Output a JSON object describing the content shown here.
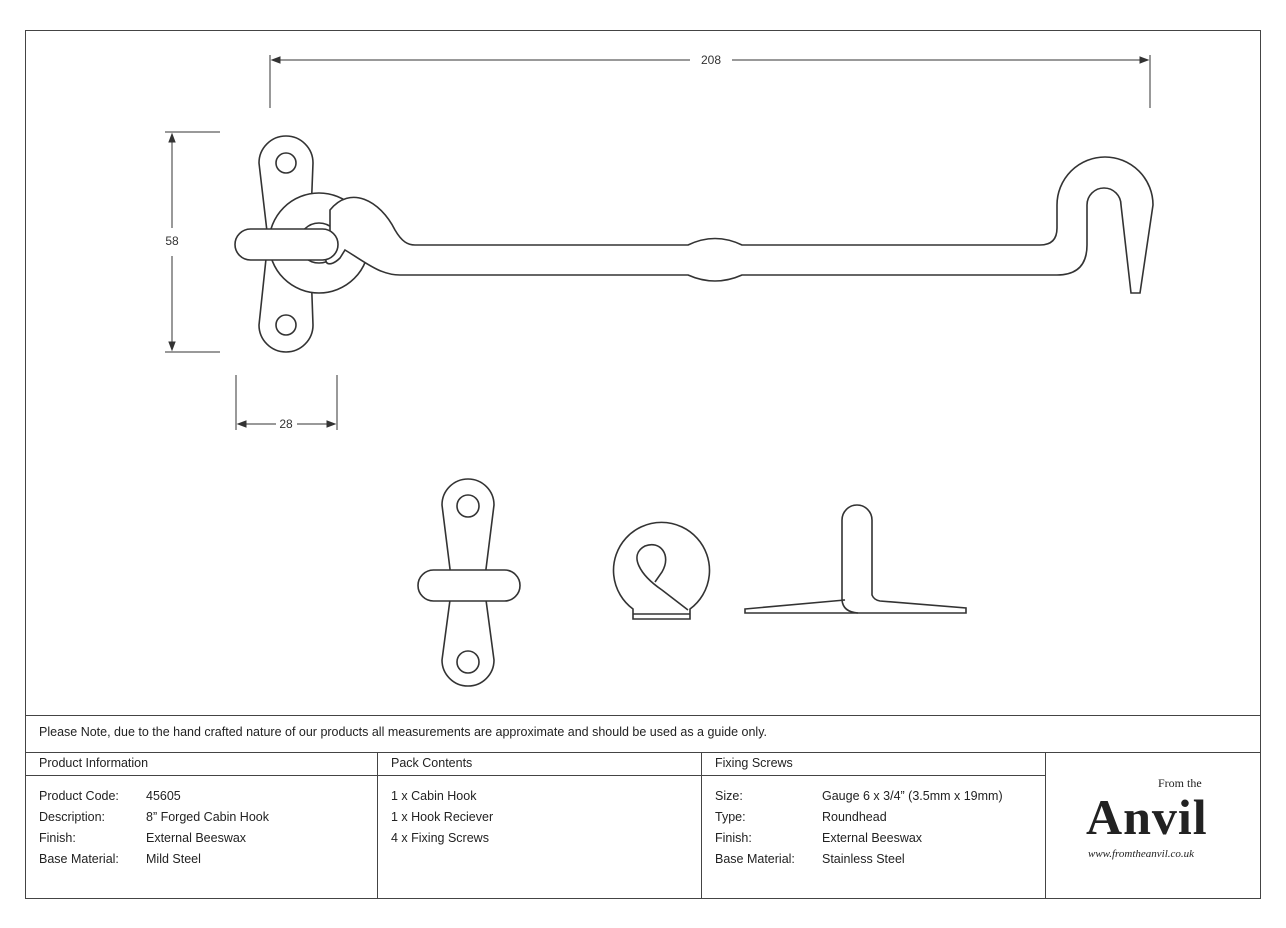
{
  "dimensions": {
    "length": "208",
    "height": "58",
    "plate_width": "28"
  },
  "note": "Please Note, due to the hand crafted nature of our products all measurements are approximate and should be used as a guide only.",
  "product_information": {
    "title": "Product Information",
    "rows": [
      {
        "label": "Product Code:",
        "value": "45605"
      },
      {
        "label": "Description:",
        "value": "8” Forged Cabin Hook"
      },
      {
        "label": "Finish:",
        "value": "External Beeswax"
      },
      {
        "label": "Base Material:",
        "value": "Mild Steel"
      }
    ]
  },
  "pack_contents": {
    "title": "Pack Contents",
    "items": [
      "1 x Cabin Hook",
      "1 x Hook Reciever",
      "4 x Fixing Screws"
    ]
  },
  "fixing_screws": {
    "title": "Fixing Screws",
    "rows": [
      {
        "label": "Size:",
        "value": "Gauge 6 x 3/4” (3.5mm x 19mm)"
      },
      {
        "label": "Type:",
        "value": "Roundhead"
      },
      {
        "label": "Finish:",
        "value": "External Beeswax"
      },
      {
        "label": "Base Material:",
        "value": "Stainless Steel"
      }
    ]
  },
  "logo": {
    "from": "From the",
    "name": "Anvil",
    "url": "www.fromtheanvil.co.uk"
  }
}
